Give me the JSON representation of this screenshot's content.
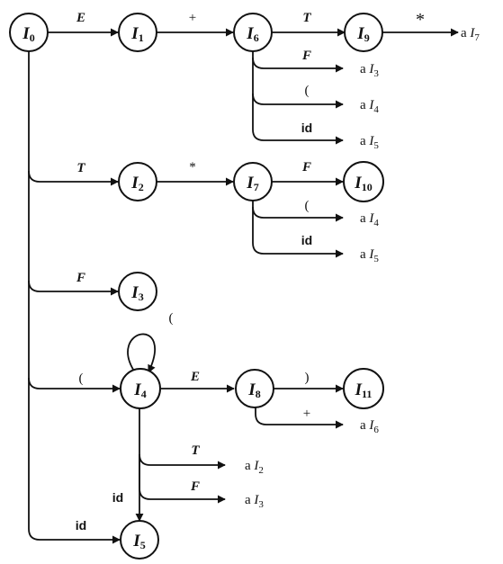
{
  "states": [
    {
      "id": "I0",
      "name": "I",
      "sub": "0"
    },
    {
      "id": "I1",
      "name": "I",
      "sub": "1"
    },
    {
      "id": "I6",
      "name": "I",
      "sub": "6"
    },
    {
      "id": "I9",
      "name": "I",
      "sub": "9"
    },
    {
      "id": "I2",
      "name": "I",
      "sub": "2"
    },
    {
      "id": "I7",
      "name": "I",
      "sub": "7"
    },
    {
      "id": "I10",
      "name": "I",
      "sub": "10"
    },
    {
      "id": "I3",
      "name": "I",
      "sub": "3"
    },
    {
      "id": "I4",
      "name": "I",
      "sub": "4"
    },
    {
      "id": "I8",
      "name": "I",
      "sub": "8"
    },
    {
      "id": "I11",
      "name": "I",
      "sub": "11"
    },
    {
      "id": "I5",
      "name": "I",
      "sub": "5"
    }
  ],
  "transitions": [
    {
      "from": "I0",
      "label": "E",
      "to": "I1"
    },
    {
      "from": "I1",
      "label": "+",
      "to": "I6"
    },
    {
      "from": "I6",
      "label": "T",
      "to": "I9"
    },
    {
      "from": "I9",
      "label": "*",
      "to_ref": "a I7"
    },
    {
      "from": "I6",
      "label": "F",
      "to_ref": "a I3"
    },
    {
      "from": "I6",
      "label": "(",
      "to_ref": "a I4"
    },
    {
      "from": "I6",
      "label": "id",
      "to_ref": "a I5"
    },
    {
      "from": "I0",
      "label": "T",
      "to": "I2"
    },
    {
      "from": "I2",
      "label": "*",
      "to": "I7"
    },
    {
      "from": "I7",
      "label": "F",
      "to": "I10"
    },
    {
      "from": "I7",
      "label": "(",
      "to_ref": "a I4"
    },
    {
      "from": "I7",
      "label": "id",
      "to_ref": "a I5"
    },
    {
      "from": "I0",
      "label": "F",
      "to": "I3"
    },
    {
      "from": "I0",
      "label": "(",
      "to": "I4"
    },
    {
      "from": "I4",
      "label": "(",
      "to": "I4"
    },
    {
      "from": "I4",
      "label": "E",
      "to": "I8"
    },
    {
      "from": "I8",
      "label": ")",
      "to": "I11"
    },
    {
      "from": "I8",
      "label": "+",
      "to_ref": "a I6"
    },
    {
      "from": "I4",
      "label": "T",
      "to_ref": "a I2"
    },
    {
      "from": "I4",
      "label": "F",
      "to_ref": "a I3"
    },
    {
      "from": "I4",
      "label": "id",
      "to": "I5"
    },
    {
      "from": "I0",
      "label": "id",
      "to": "I5"
    }
  ]
}
